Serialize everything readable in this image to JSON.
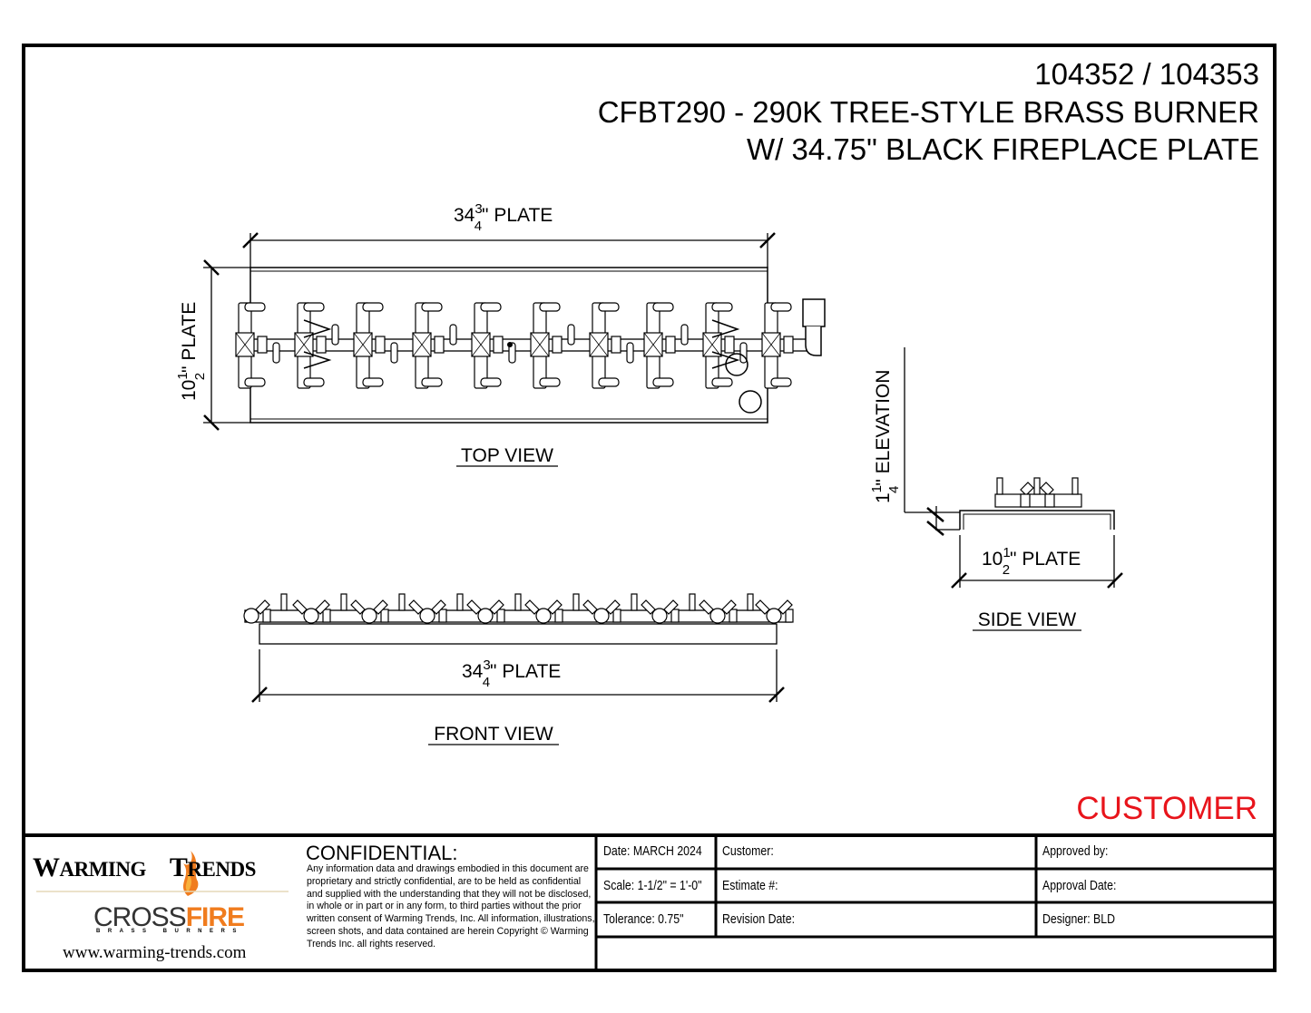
{
  "title": {
    "part_numbers": "104352 / 104353",
    "line1": "CFBT290 - 290K TREE-STYLE BRASS BURNER",
    "line2": "W/ 34.75\" BLACK FIREPLACE PLATE"
  },
  "top_view": {
    "label": "TOP VIEW",
    "width_dim": {
      "whole": "34",
      "num": "3",
      "den": "4",
      "suffix": "\" PLATE"
    },
    "depth_dim": {
      "whole": "10",
      "num": "1",
      "den": "2",
      "suffix": "\" PLATE"
    }
  },
  "front_view": {
    "label": "FRONT VIEW",
    "width_dim": {
      "whole": "34",
      "num": "3",
      "den": "4",
      "suffix": "\" PLATE"
    }
  },
  "side_view": {
    "label": "SIDE VIEW",
    "elevation_dim": {
      "whole": "1",
      "num": "1",
      "den": "4",
      "suffix": "\" ELEVATION"
    },
    "depth_dim": {
      "whole": "10",
      "num": "1",
      "den": "2",
      "suffix": "\" PLATE"
    }
  },
  "stamp": {
    "text": "CUSTOMER",
    "color": "#e8141b"
  },
  "logo": {
    "brand_a": "W",
    "brand_b": "ARMING",
    "brand_c": "T",
    "brand_d": "RENDS",
    "sub_a": "CROSS",
    "sub_b": "FIRE",
    "sub_tag": "BRASS BURNERS",
    "url": "www.warming-trends.com",
    "flame_color": "#f07c1e"
  },
  "confidential": {
    "title": "CONFIDENTIAL:",
    "body": "Any information data and drawings embodied in this document are proprietary and strictly confidential, are to be held as confidential and supplied with the understanding that they will not be disclosed, in whole or in part or in any form, to third parties without the prior written consent of Warming Trends, Inc. All information, illustrations, screen shots, and data contained are herein Copyright © Warming Trends Inc. all rights reserved."
  },
  "title_block": {
    "date": "Date: MARCH 2024",
    "scale": "Scale: 1-1/2\" = 1'-0\"",
    "tolerance": "Tolerance: 0.75\"",
    "customer": "Customer:",
    "estimate": "Estimate #:",
    "revision_date": "Revision Date:",
    "approved_by": "Approved by:",
    "approval_date": "Approval Date:",
    "designer": "Designer: BLD"
  }
}
